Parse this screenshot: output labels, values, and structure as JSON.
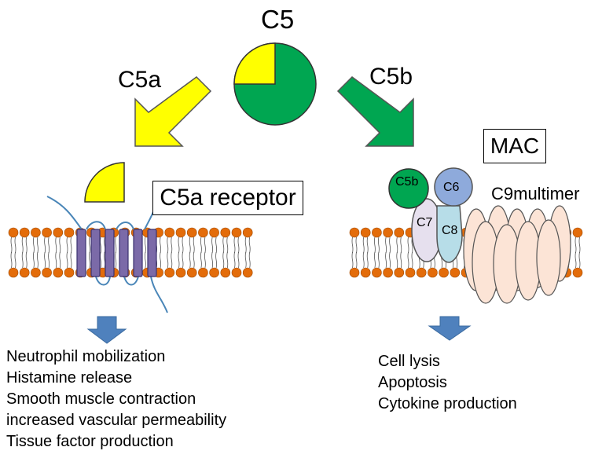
{
  "title": "C5",
  "left_branch": {
    "arrow_label": "C5a",
    "receptor_label": "C5a receptor",
    "outcomes": [
      "Neutrophil mobilization",
      "Histamine release",
      "Smooth muscle contraction",
      "increased vascular permeability",
      "Tissue factor production"
    ]
  },
  "right_branch": {
    "arrow_label": "C5b",
    "complex_label": "MAC",
    "components": {
      "c5b": "C5b",
      "c6": "C6",
      "c7": "C7",
      "c8": "C8"
    },
    "c9_label": "C9multimer",
    "outcomes": [
      "Cell lysis",
      "Apoptosis",
      "Cytokine production"
    ]
  },
  "colors": {
    "c5a_yellow": "#ffff00",
    "c5b_green": "#00a651",
    "lipid_head": "#e36c0a",
    "receptor_purple": "#7b6aa8",
    "c6_blue": "#8eaadb",
    "c7_lavender": "#e6e0ee",
    "c8_teal": "#b7dde8",
    "c9_peach": "#fce4d6",
    "down_arrow": "#4f81bd"
  }
}
